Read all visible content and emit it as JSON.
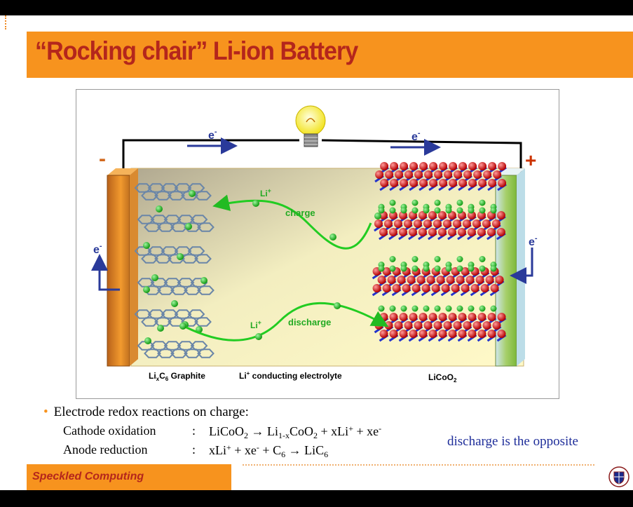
{
  "title": "“Rocking chair” Li-ion Battery",
  "figure": {
    "electron_left": "e",
    "electron_right": "e",
    "electron_side_left": "e",
    "electron_side_right": "e",
    "electron_sup": "-",
    "minus": "-",
    "plus": "+",
    "li_top": "Li",
    "li_bottom": "Li",
    "li_sup": "+",
    "charge": "charge",
    "discharge": "discharge",
    "captions": {
      "graphite_prefix": "Li",
      "graphite_x": "x",
      "graphite_c": "C",
      "graphite_6": "6",
      "graphite_suffix": " Graphite",
      "electrolyte_li": "Li",
      "electrolyte_sup": "+",
      "electrolyte_rest": " conducting electrolyte",
      "licoo_prefix": "LiCoO",
      "licoo_2": "2"
    },
    "colors": {
      "negative": "#d2691e",
      "positive": "#cc3300",
      "wire": "#000000",
      "ion": "#22bb22",
      "arrow": "#2a3a9a"
    }
  },
  "bullet": {
    "marker": "•",
    "text": "Electrode redox reactions on charge:"
  },
  "equations": {
    "cathode_label": "Cathode oxidation",
    "anode_label": "Anode reduction",
    "colon": ":",
    "cathode": {
      "a": "LiCoO",
      "a_sub": "2",
      "arrow": "→",
      "b": "Li",
      "b_sub": "1-x",
      "c": "CoO",
      "c_sub": "2",
      "d": " + xLi",
      "d_sup": "+",
      "e": " + xe",
      "e_sup": "-"
    },
    "anode": {
      "a": "xLi",
      "a_sup": "+",
      "b": " + xe",
      "b_sup": "-",
      "c": " + C",
      "c_sub": "6",
      "arrow": "→",
      "d": "LiC",
      "d_sub": "6"
    }
  },
  "note": "discharge is the opposite",
  "footer": "Speckled Computing",
  "crest_icon": "university-crest-icon"
}
